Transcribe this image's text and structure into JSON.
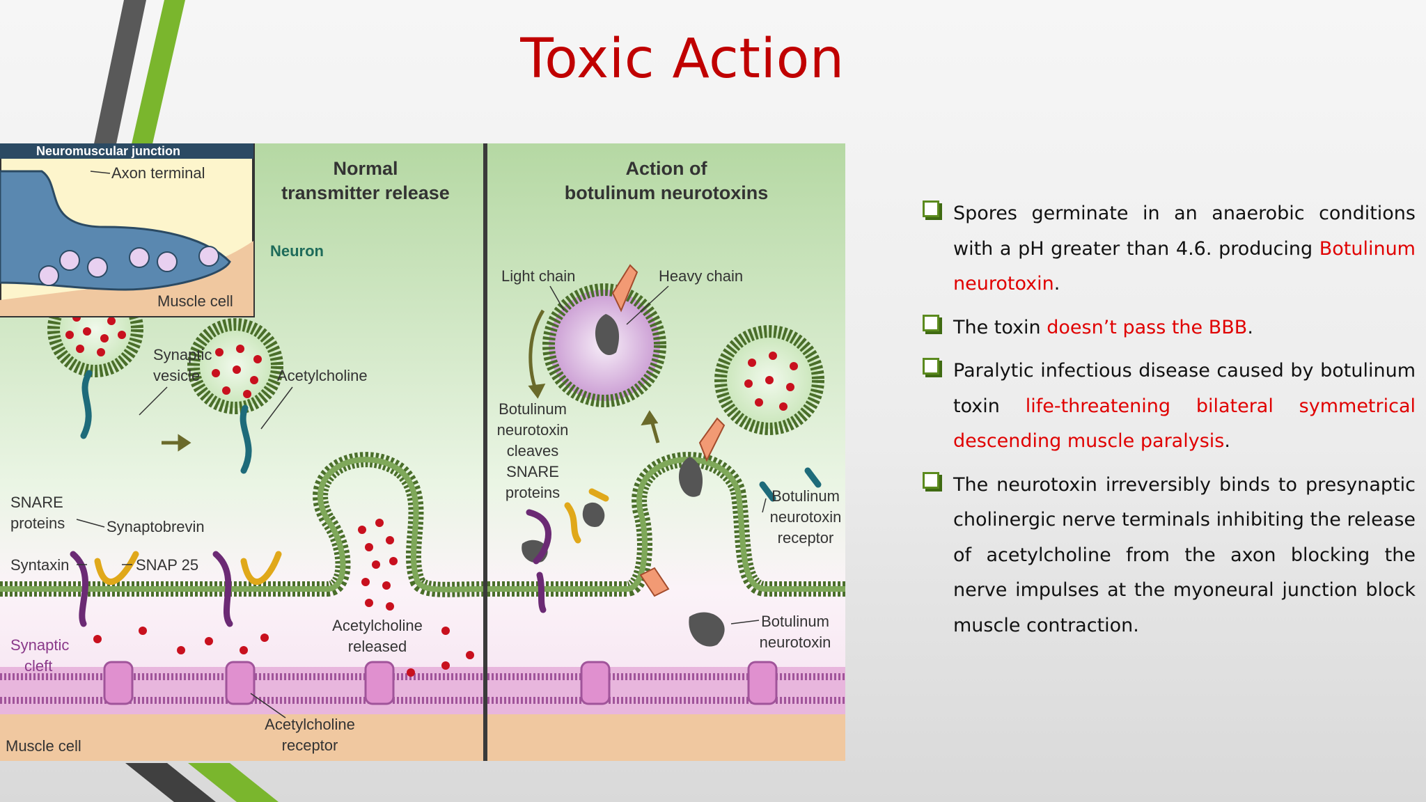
{
  "slide": {
    "title": "Toxic Action",
    "colors": {
      "title": "#c00000",
      "highlight": "#e00000",
      "bullet_box": "#5b8a1e",
      "accent_green": "#7ab62d"
    }
  },
  "figure": {
    "inset": {
      "title": "Neuromuscular junction",
      "axon_terminal": "Axon terminal",
      "muscle_cell": "Muscle cell"
    },
    "left_panel": {
      "heading_line1": "Normal",
      "heading_line2": "transmitter release",
      "neuron": "Neuron",
      "synaptic_vesicle_1": "Synaptic",
      "synaptic_vesicle_2": "vesicle",
      "acetylcholine": "Acetylcholine",
      "snare_1": "SNARE",
      "snare_2": "proteins",
      "synaptobrevin": "Synaptobrevin",
      "syntaxin": "Syntaxin",
      "snap25": "SNAP 25",
      "synaptic_cleft_1": "Synaptic",
      "synaptic_cleft_2": "cleft",
      "ach_released_1": "Acetylcholine",
      "ach_released_2": "released",
      "ach_receptor_1": "Acetylcholine",
      "ach_receptor_2": "receptor",
      "muscle_cell": "Muscle cell"
    },
    "right_panel": {
      "heading_line1": "Action of",
      "heading_line2": "botulinum neurotoxins",
      "light_chain": "Light chain",
      "heavy_chain": "Heavy chain",
      "cleaves_1": "Botulinum",
      "cleaves_2": "neurotoxin",
      "cleaves_3": "cleaves",
      "cleaves_4": "SNARE",
      "cleaves_5": "proteins",
      "receptor_1": "Botulinum",
      "receptor_2": "neurotoxin",
      "receptor_3": "receptor",
      "toxin_1": "Botulinum",
      "toxin_2": "neurotoxin"
    }
  },
  "bullets": [
    {
      "text": "Spores germinate in an anaerobic conditions with a pH greater than 4.6. producing ",
      "highlight": "Botulinum neurotoxin",
      "after": "."
    },
    {
      "text": "The toxin ",
      "highlight": "doesn’t pass the BBB",
      "after": "."
    },
    {
      "text": "Paralytic infectious disease caused by botulinum toxin ",
      "highlight": "life-threatening bilateral symmetrical descending muscle paralysis",
      "after": "."
    },
    {
      "text": "The neurotoxin irreversibly binds to presynaptic cholinergic nerve terminals  inhibiting the release of acetylcholine from the axon blocking the nerve impulses at the myoneural junction block muscle contraction.",
      "highlight": "",
      "after": ""
    }
  ]
}
